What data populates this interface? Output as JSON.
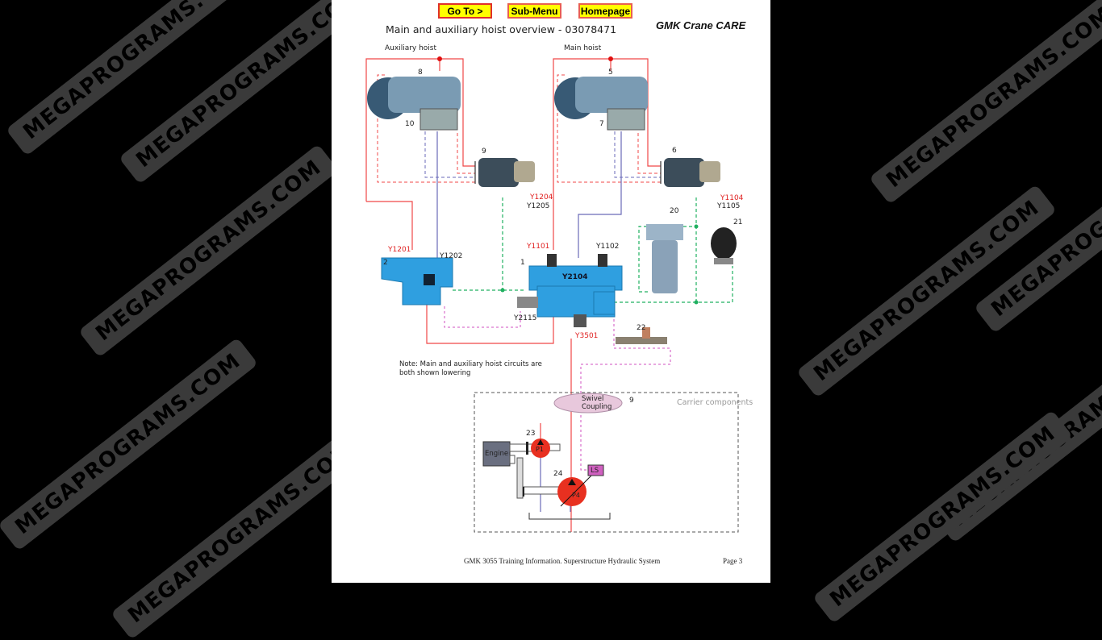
{
  "watermark": "MEGAPROGRAMS.COM",
  "nav": {
    "goto_label": "Go To >",
    "submenu_label": "Sub-Menu",
    "homepage_label": "Homepage"
  },
  "header": {
    "title": "Main and auxiliary hoist overview - 03078471",
    "brand": "GMK Crane CARE"
  },
  "diagram": {
    "section_aux": "Auxiliary hoist",
    "section_main": "Main hoist",
    "component_numbers": {
      "c8": "8",
      "c10": "10",
      "c9_aux": "9",
      "c5": "5",
      "c7": "7",
      "c6": "6",
      "c20": "20",
      "c21": "21",
      "c2": "2",
      "c1": "1",
      "c22": "22",
      "c23": "23",
      "c24": "24",
      "c9_swivel": "9"
    },
    "solenoids": {
      "y1204": "Y1204",
      "y1205": "Y1205",
      "y1104": "Y1104",
      "y1105": "Y1105",
      "y1201": "Y1201",
      "y1202": "Y1202",
      "y1101": "Y1101",
      "y1102": "Y1102",
      "y2104": "Y2104",
      "y2115": "Y2115",
      "y3501": "Y3501"
    },
    "note_line1": "Note: Main and auxiliary hoist circuits are",
    "note_line2": "both shown lowering",
    "carrier_label": "Carrier components",
    "swivel_line1": "Swivel",
    "swivel_line2": "Coupling",
    "engine_label": "Engine",
    "pump_p1": "P1",
    "pump_p4": "P4",
    "ls_label": "LS",
    "colors": {
      "pressure_line": "#f04848",
      "return_line": "#6a6ab8",
      "pilot_line": "#20b060",
      "ls_line": "#d050c0",
      "valve_block": "#2f9fe0",
      "pump": "#e83020"
    }
  },
  "footer": {
    "doc_title": "GMK 3055 Training Information. Superstructure Hydraulic System",
    "page": "Page 3"
  }
}
